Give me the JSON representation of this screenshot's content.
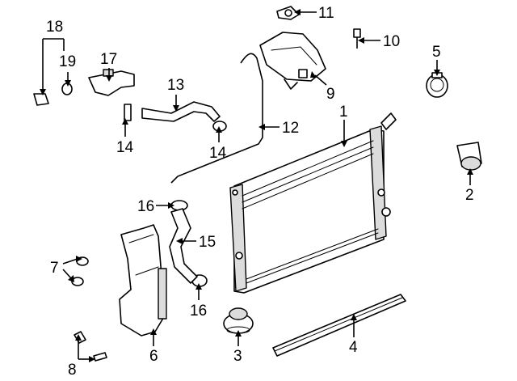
{
  "diagram": {
    "background": "#ffffff",
    "line_color": "#000000",
    "callouts": {
      "c1": "1",
      "c2": "2",
      "c3": "3",
      "c4": "4",
      "c5": "5",
      "c6": "6",
      "c7": "7",
      "c8": "8",
      "c9": "9",
      "c10": "10",
      "c11": "11",
      "c12": "12",
      "c13": "13",
      "c14a": "14",
      "c14b": "14",
      "c15": "15",
      "c16a": "16",
      "c16b": "16",
      "c17": "17",
      "c18": "18",
      "c19": "19"
    }
  }
}
